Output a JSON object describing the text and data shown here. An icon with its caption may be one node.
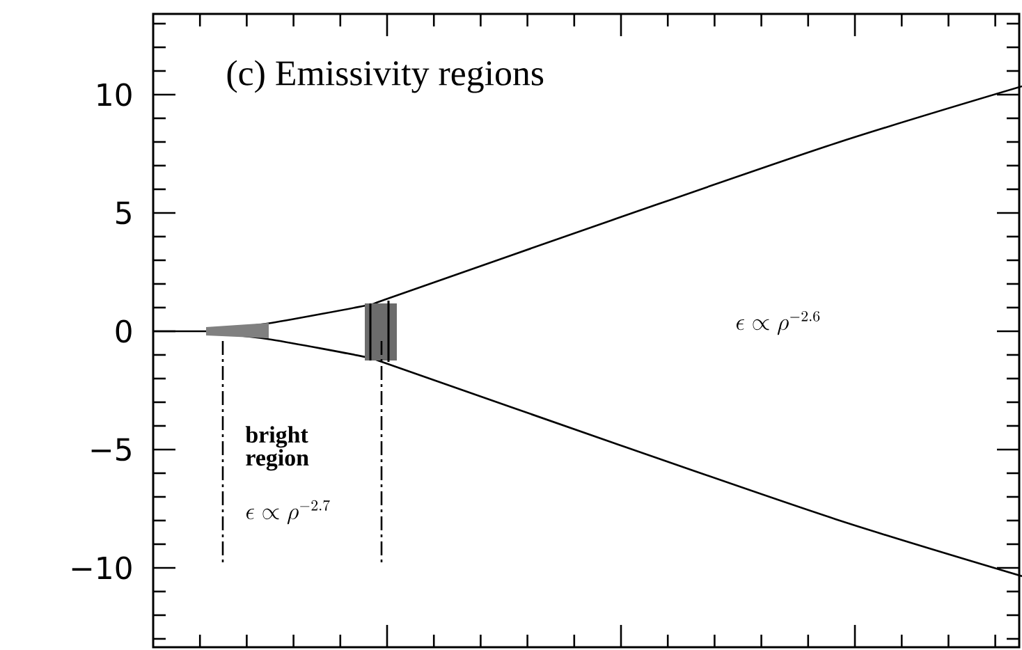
{
  "diagram": {
    "title": "(c) Emissivity regions",
    "labels": [
      "10",
      "5",
      "0",
      "−5",
      "−10",
      "bright region",
      "\\epsilon\\propto\\rho^{-2.7}",
      "\\epsilon\\propto\\rho^{-2.6}"
    ]
  }
}
